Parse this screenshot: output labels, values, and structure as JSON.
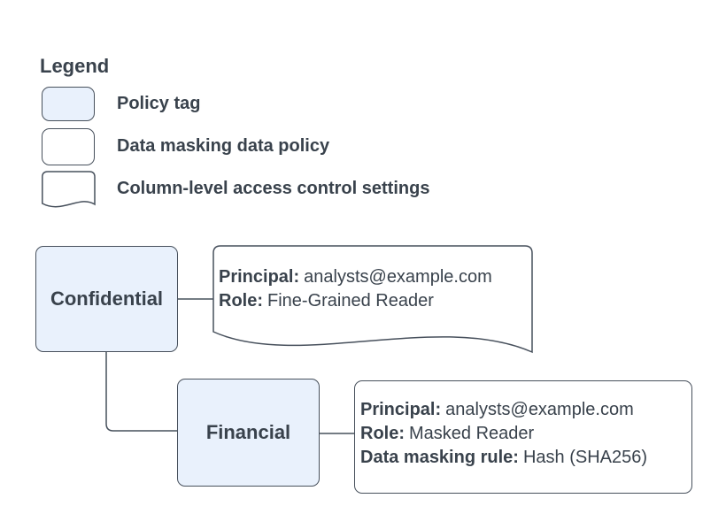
{
  "colors": {
    "policy_tag_fill": "#e9f1fc",
    "shape_border": "#47505c",
    "text": "#39424c",
    "background": "#ffffff"
  },
  "legend": {
    "title": "Legend",
    "items": [
      {
        "swatch": "policy-tag-swatch",
        "label": "Policy tag"
      },
      {
        "swatch": "data-masking-policy-swatch",
        "label": "Data masking data policy"
      },
      {
        "swatch": "column-access-settings-swatch",
        "label": "Column-level access control settings"
      }
    ]
  },
  "diagram": {
    "nodes": {
      "confidential": {
        "label": "Confidential",
        "type": "policy tag"
      },
      "financial": {
        "label": "Financial",
        "type": "policy tag"
      }
    },
    "access_settings": {
      "shape": "column-level access control settings",
      "lines": [
        {
          "label": "Principal:",
          "value": "analysts@example.com"
        },
        {
          "label": "Role:",
          "value": "Fine-Grained Reader"
        }
      ]
    },
    "masking_policy": {
      "shape": "data masking data policy",
      "lines": [
        {
          "label": "Principal:",
          "value": "analysts@example.com"
        },
        {
          "label": "Role:",
          "value": "Masked Reader"
        },
        {
          "label": "Data masking rule:",
          "value": "Hash (SHA256)"
        }
      ]
    }
  }
}
